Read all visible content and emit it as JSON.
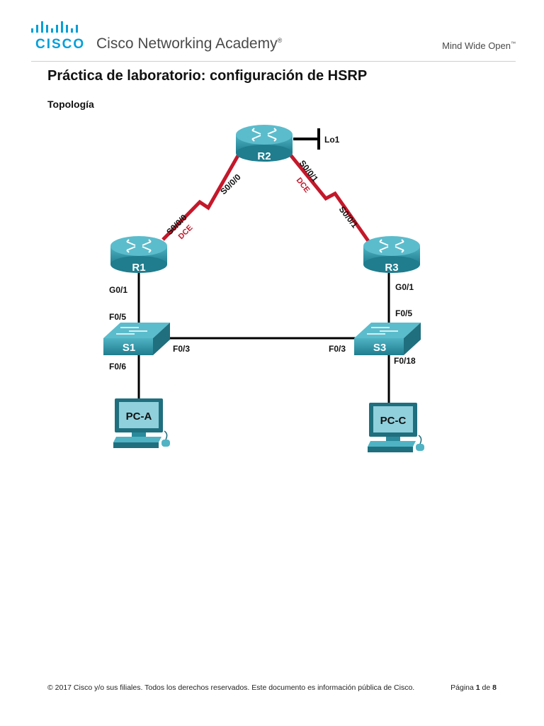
{
  "header": {
    "brand": "CISCO",
    "academy": "Cisco Networking Academy",
    "academy_mark": "®",
    "tagline": "Mind Wide Open",
    "tagline_mark": "™",
    "colors": {
      "brand_blue": "#049fd9",
      "text_gray": "#4a4a4a"
    }
  },
  "document": {
    "title": "Práctica de laboratorio: configuración de HSRP",
    "section": "Topología"
  },
  "topology": {
    "devices": {
      "r1": "R1",
      "r2": "R2",
      "r3": "R3",
      "s1": "S1",
      "s3": "S3",
      "pca": "PC-A",
      "pcc": "PC-C",
      "loopback": "Lo1"
    },
    "interfaces": {
      "r2_r1": "S0/0/0",
      "r1_r2": "S0/0/0",
      "r2_r3": "S0/0/1",
      "r3_r2": "S0/0/1",
      "r1_s1": "G0/1",
      "s1_r1": "F0/5",
      "s1_s3": "F0/3",
      "s3_s1": "F0/3",
      "r3_s3": "G0/1",
      "s3_r3": "F0/5",
      "s1_pca": "F0/6",
      "s3_pcc": "F0/18"
    },
    "dce_label": "DCE",
    "colors": {
      "serial": "#c4182b",
      "device": "#2a8a9c",
      "ethernet": "#000000"
    }
  },
  "footer": {
    "copyright": "© 2017 Cisco y/o sus filiales. Todos los derechos reservados. Este documento es información pública de Cisco.",
    "page_prefix": "Página ",
    "page_num": "1",
    "page_sep": " de ",
    "page_total": "8"
  }
}
